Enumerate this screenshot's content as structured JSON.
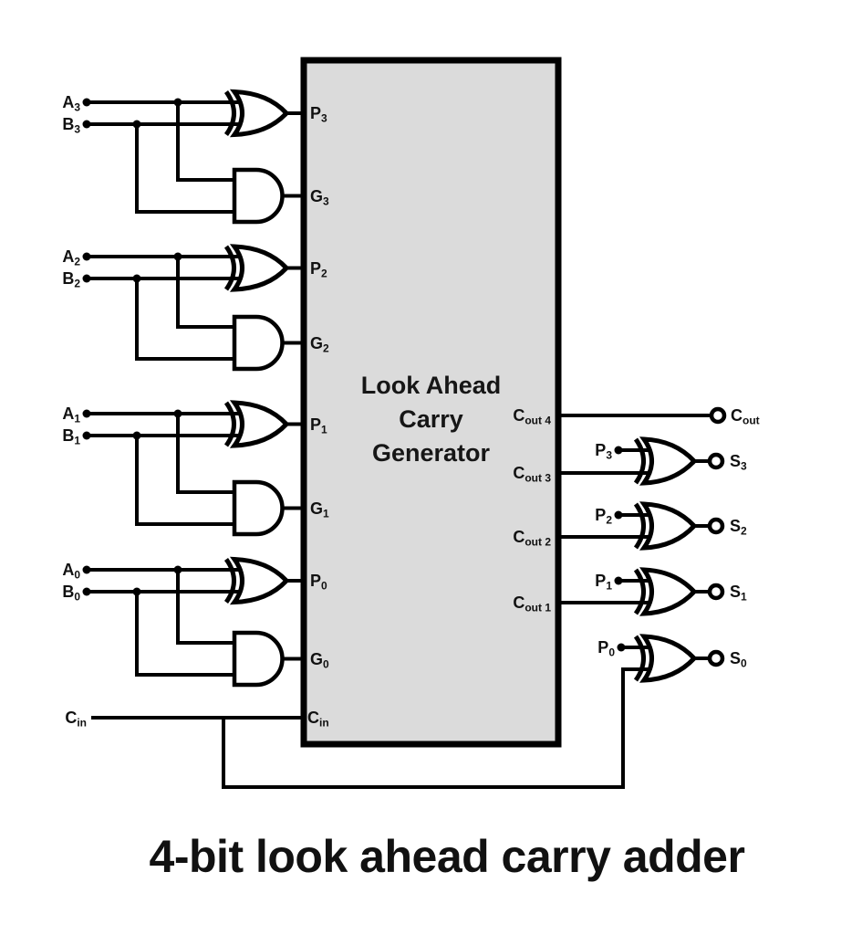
{
  "caption": "4-bit look ahead carry adder",
  "generator_box": {
    "title_lines": [
      "Look Ahead",
      "Carry",
      "Generator"
    ]
  },
  "colors": {
    "box_fill": "#dbdbdb",
    "line": "#000000",
    "text": "#111111"
  },
  "labels": {
    "a3": {
      "base": "A",
      "sub": "3"
    },
    "b3": {
      "base": "B",
      "sub": "3"
    },
    "a2": {
      "base": "A",
      "sub": "2"
    },
    "b2": {
      "base": "B",
      "sub": "2"
    },
    "a1": {
      "base": "A",
      "sub": "1"
    },
    "b1": {
      "base": "B",
      "sub": "1"
    },
    "a0": {
      "base": "A",
      "sub": "0"
    },
    "b0": {
      "base": "B",
      "sub": "0"
    },
    "cin_input": {
      "base": "C",
      "sub": "in"
    },
    "p3": {
      "base": "P",
      "sub": "3"
    },
    "g3": {
      "base": "G",
      "sub": "3"
    },
    "p2": {
      "base": "P",
      "sub": "2"
    },
    "g2": {
      "base": "G",
      "sub": "2"
    },
    "p1": {
      "base": "P",
      "sub": "1"
    },
    "g1": {
      "base": "G",
      "sub": "1"
    },
    "p0": {
      "base": "P",
      "sub": "0"
    },
    "g0": {
      "base": "G",
      "sub": "0"
    },
    "cin_port": {
      "base": "C",
      "sub": "in"
    },
    "cout4": {
      "base": "C",
      "sub": "out 4"
    },
    "cout3": {
      "base": "C",
      "sub": "out 3"
    },
    "cout2": {
      "base": "C",
      "sub": "out 2"
    },
    "cout1": {
      "base": "C",
      "sub": "out 1"
    },
    "xp3": {
      "base": "P",
      "sub": "3"
    },
    "xp2": {
      "base": "P",
      "sub": "2"
    },
    "xp1": {
      "base": "P",
      "sub": "1"
    },
    "xp0": {
      "base": "P",
      "sub": "0"
    },
    "cout": {
      "base": "C",
      "sub": "out"
    },
    "s3": {
      "base": "S",
      "sub": "3"
    },
    "s2": {
      "base": "S",
      "sub": "2"
    },
    "s1": {
      "base": "S",
      "sub": "1"
    },
    "s0": {
      "base": "S",
      "sub": "0"
    }
  }
}
